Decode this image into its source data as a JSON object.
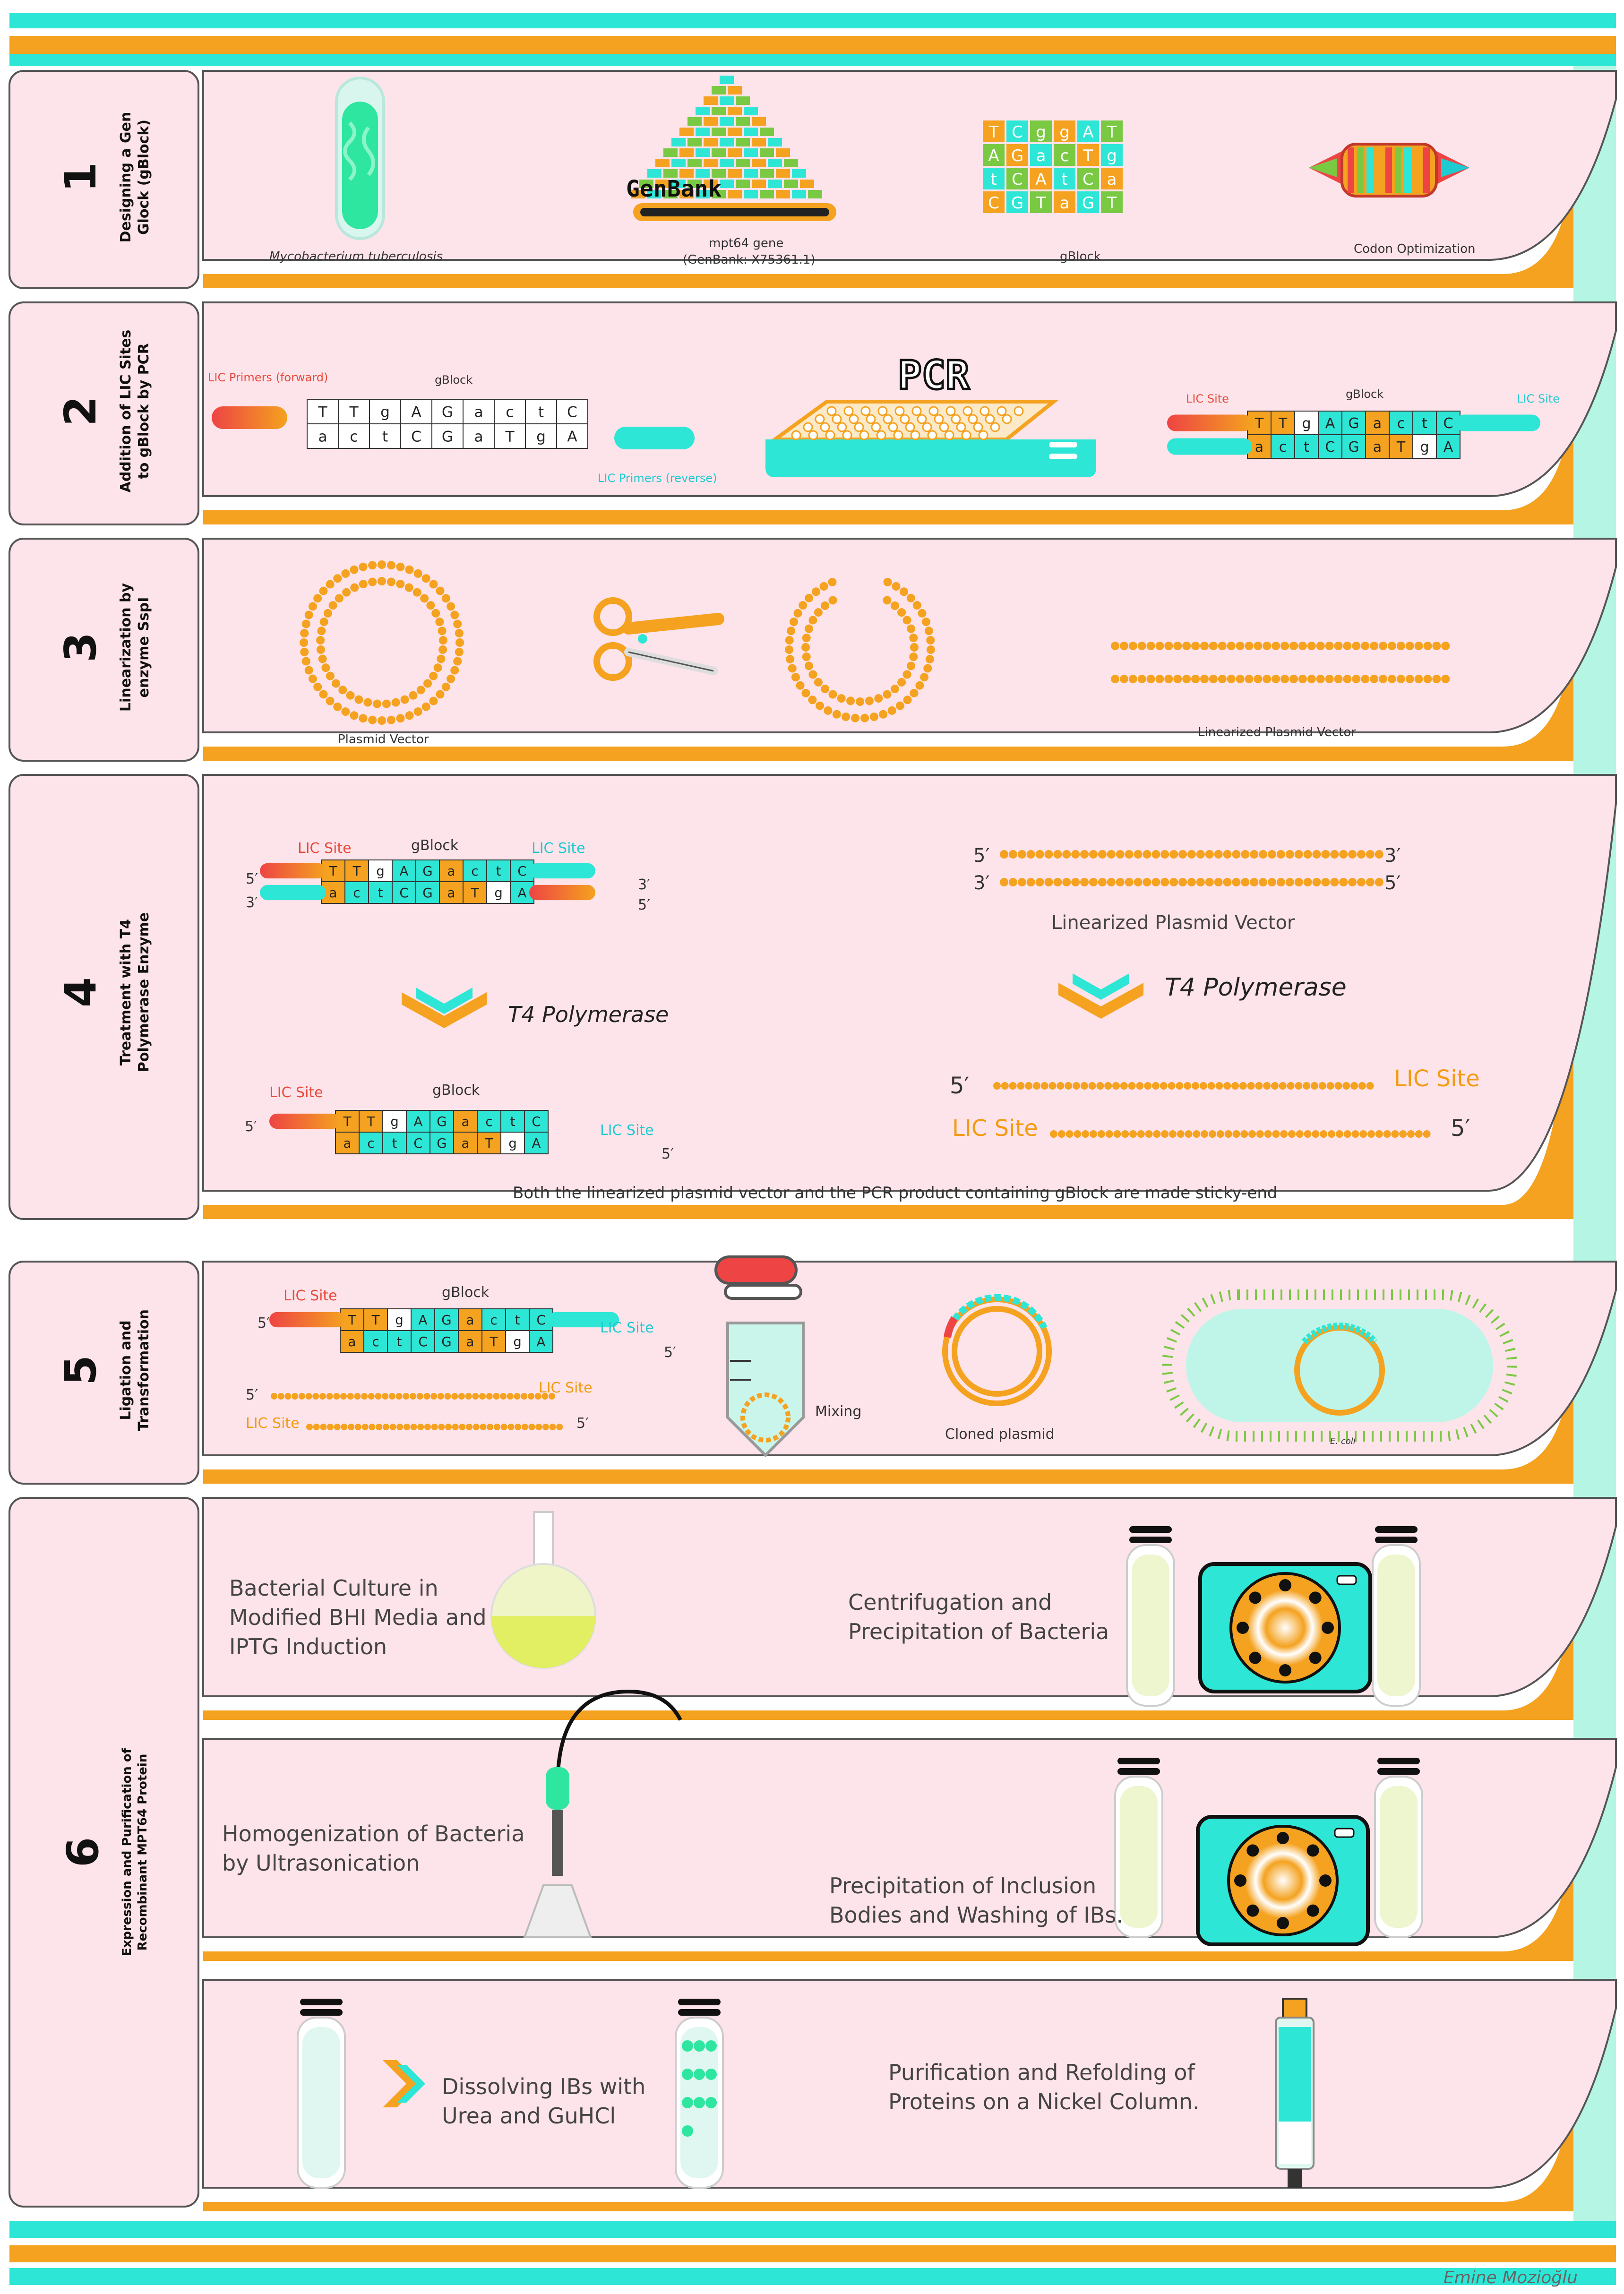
{
  "colors": {
    "pink": "#fde3ea",
    "orange": "#f4a21f",
    "cyan": "#2ee6d6",
    "mint": "#b5f5e4",
    "red": "#ee4444",
    "green": "#7ac943"
  },
  "steps": [
    {
      "number": "1",
      "title": "Designing a Gen Glock (gBlock)",
      "items": {
        "organism": "Mycobacterium tuberculosis",
        "genbank_logo": "GenBank",
        "gene": "mpt64 gene",
        "accession": "(GenBank: X75361.1)",
        "gblock": "gBlock",
        "codon": "Codon Optimization"
      }
    },
    {
      "number": "2",
      "title": "Addition of LIC Sites to gBlock by PCR",
      "items": {
        "primer_fwd": "LIC Primers (forward)",
        "gblock": "gBlock",
        "primer_rev": "LIC Primers (reverse)",
        "pcr": "PCR",
        "lic_left": "LIC Site",
        "gblock2": "gBlock",
        "lic_right": "LIC Site"
      }
    },
    {
      "number": "3",
      "title": "Linearization by enzyme SspI",
      "items": {
        "plasmid": "Plasmid Vector",
        "linearized": "Linearized Plasmid Vector"
      }
    },
    {
      "number": "4",
      "title": "Treatment with T4 Polymerase Enzyme",
      "items": {
        "lic_left": "LIC Site",
        "gblock": "gBlock",
        "lic_right": "LIC Site",
        "p5": "5′",
        "p3": "3′",
        "linearized": "Linearized Plasmid Vector",
        "t4": "T4 Polymerase",
        "lic_site": "LIC Site",
        "caption": "Both the linearized plasmid vector and the PCR product containing gBlock are made sticky-end"
      }
    },
    {
      "number": "5",
      "title": "Ligation and Transformation",
      "items": {
        "lic_left": "LIC Site",
        "gblock": "gBlock",
        "lic_right": "LIC Site",
        "p5": "5′",
        "mixing": "Mixing",
        "cloned": "Cloned plasmid",
        "ecoli": "E. coli"
      }
    },
    {
      "number": "6",
      "title": "Expression and Purification of Recombinant MPT64 Protein",
      "items": {
        "culture": "Bacterial Culture in Modified BHI Media and IPTG Induction",
        "centrifuge": "Centrifugation and Precipitation of Bacteria",
        "homogenize": "Homogenization of Bacteria by Ultrasonication",
        "inclusion": "Precipitation of Inclusion Bodies and Washing of IBs.",
        "dissolve": "Dissolving IBs with Urea and GuHCl",
        "purify": "Purification and Refolding of Proteins on a Nickel Column."
      }
    }
  ],
  "dna": {
    "top": [
      "T",
      "T",
      "g",
      "A",
      "G",
      "a",
      "c",
      "t",
      "C"
    ],
    "bottom": [
      "a",
      "c",
      "t",
      "C",
      "G",
      "a",
      "T",
      "g",
      "A"
    ]
  },
  "gblock_grid": [
    "T",
    "C",
    "g",
    "g",
    "A",
    "T",
    "A",
    "G",
    "a",
    "c",
    "T",
    "g",
    "t",
    "C",
    "A",
    "t",
    "C",
    "a",
    "C",
    "G",
    "T",
    "a",
    "G"
  ],
  "author": "Emine Mozioğlu"
}
